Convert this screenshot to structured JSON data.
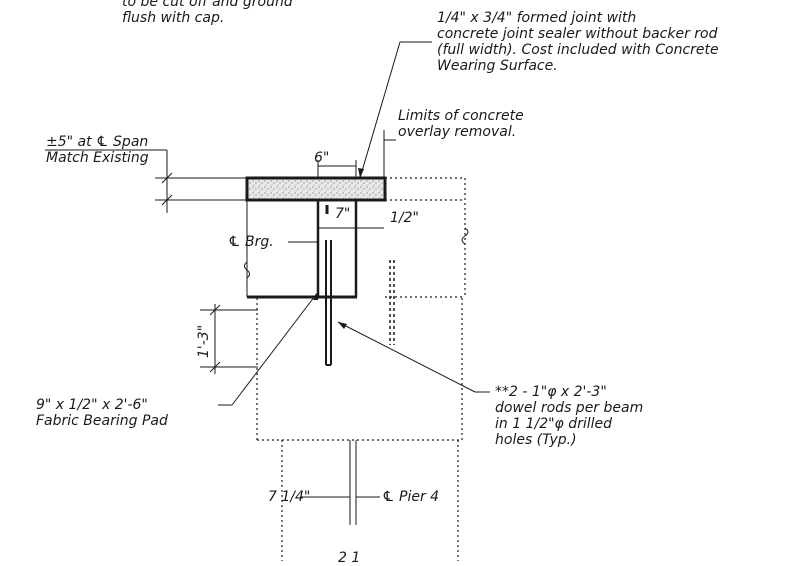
{
  "notes": {
    "cap_note": [
      "to be cut off and ground",
      "flush with cap."
    ],
    "joint_note": [
      "1/4\" x 3/4\" formed joint with",
      "concrete joint sealer without backer rod",
      "(full width). Cost included with Concrete",
      "Wearing Surface."
    ],
    "overlay_note": [
      "Limits of concrete",
      "overlay removal."
    ],
    "span_note": [
      "±5\" at ℄ Span",
      "Match Existing"
    ],
    "pad_note": [
      "9\" x 1/2\" x 2'-6\"",
      "Fabric Bearing Pad"
    ],
    "dowel_note": [
      "**2 - 1\"φ x 2'-3\"",
      "dowel rods per beam",
      "in 1 1/2\"φ drilled",
      "holes (Typ.)"
    ]
  },
  "dimensions": {
    "six_in": "6\"",
    "seven_in": "7\"",
    "half_in": "1/2\"",
    "one_ft_three": "1'-3\"",
    "seven_quarter": "7 1/4\""
  },
  "labels": {
    "brg": "℄ Brg.",
    "pier": "℄ Pier 4",
    "bottom_text": "2 1"
  },
  "colors": {
    "ink": "#1a1a1a",
    "hatch": "#bdbdbd",
    "paper": "#ffffff"
  }
}
